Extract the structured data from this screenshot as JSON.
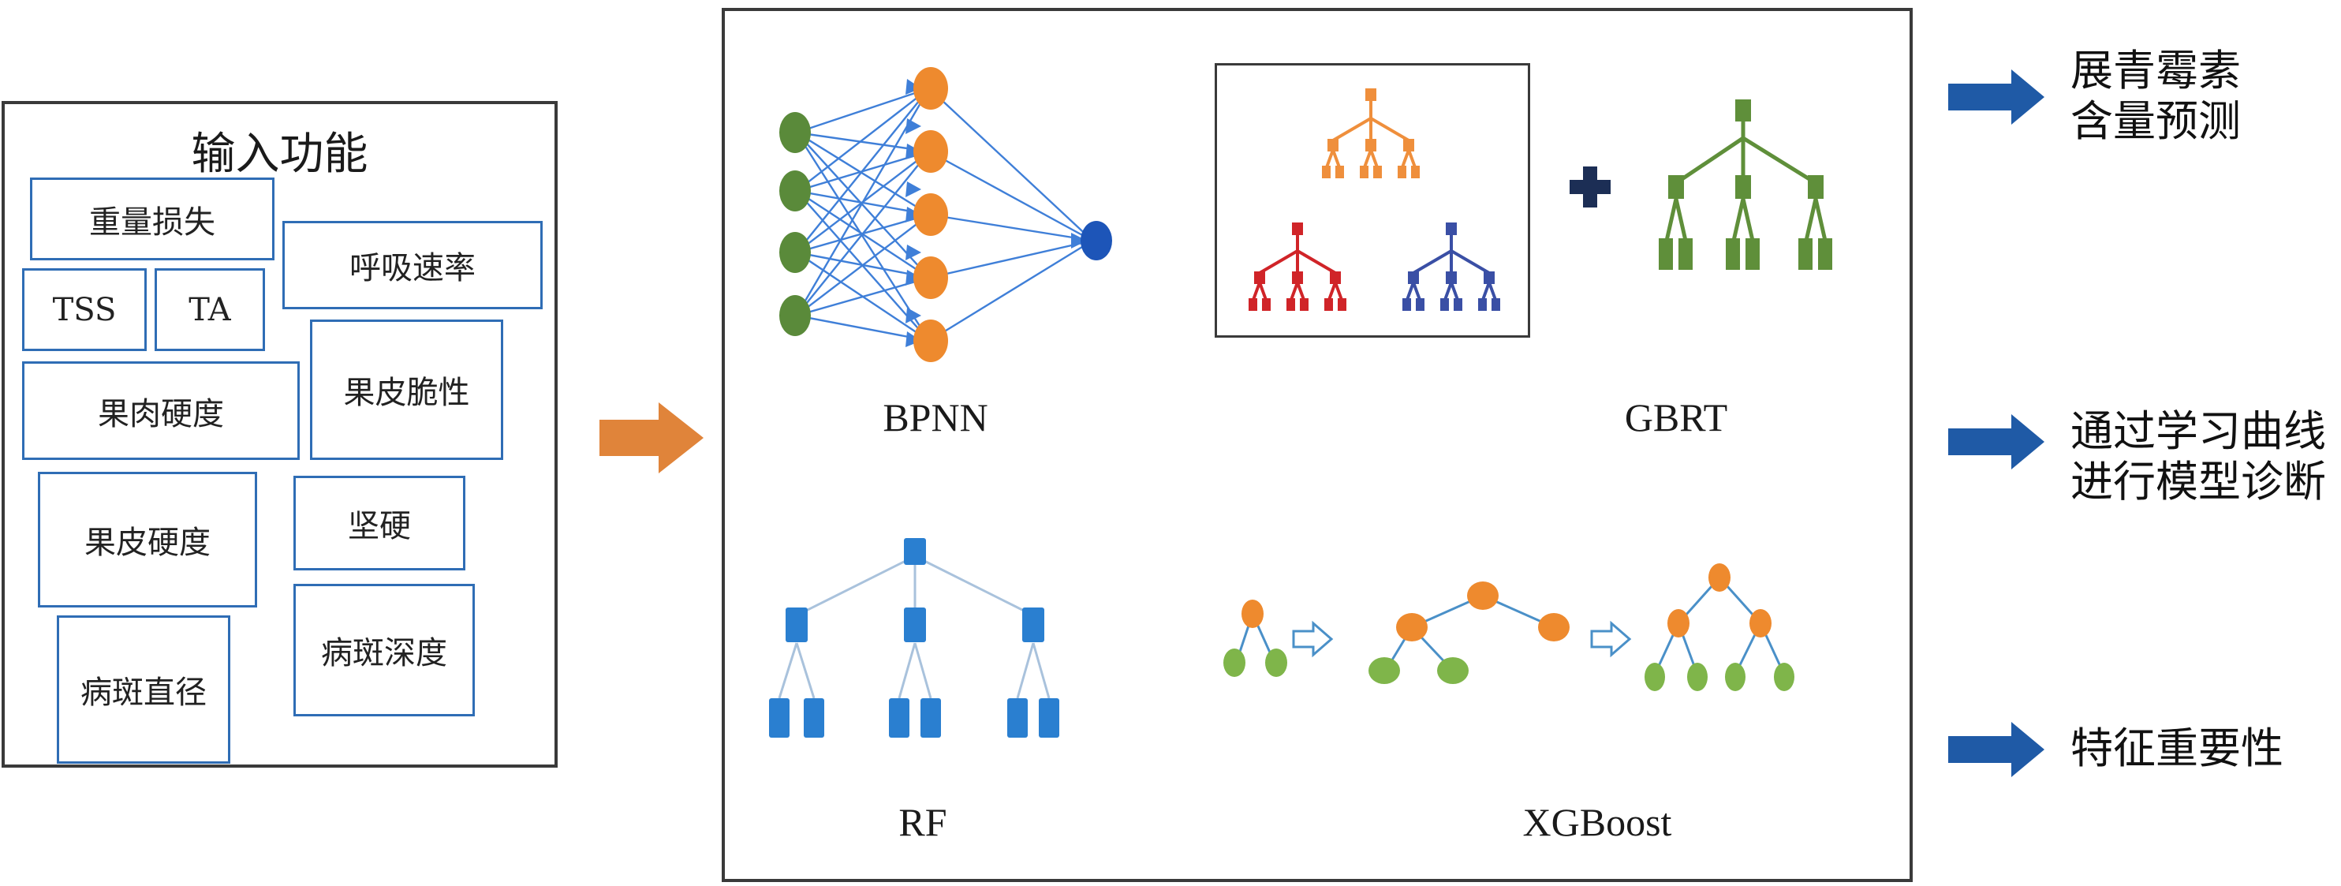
{
  "input_panel": {
    "title": "输入功能",
    "features": [
      {
        "label": "重量损失"
      },
      {
        "label": "呼吸速率"
      },
      {
        "label": "TSS"
      },
      {
        "label": "TA"
      },
      {
        "label": "果肉硬度"
      },
      {
        "label": "果皮脆性"
      },
      {
        "label": "果皮硬度"
      },
      {
        "label": "坚硬"
      },
      {
        "label": "病斑深度"
      },
      {
        "label": "病斑直径"
      }
    ]
  },
  "models": {
    "bpnn": "BPNN",
    "gbrt": "GBRT",
    "rf": "RF",
    "xgboost": "XGBoost"
  },
  "outputs": [
    {
      "line1": "展青霉素",
      "line2": "含量预测"
    },
    {
      "line1": "通过学习曲线",
      "line2": "进行模型诊断"
    },
    {
      "line1": "特征重要性",
      "line2": ""
    }
  ],
  "colors": {
    "feature_border": "#2f6db5",
    "panel_border": "#3a3a3a",
    "input_arrow": "#e0843a",
    "output_arrow": "#1f5aa6",
    "nn_input_node": "#5a8a3a",
    "nn_hidden_node": "#ee8a2e",
    "nn_output_node": "#1d55b8",
    "tree_orange": "#ef8f3c",
    "tree_red": "#d02428",
    "tree_navy": "#3a4fa5",
    "tree_green": "#5f8f3a",
    "tree_blue": "#2a7fd0"
  }
}
